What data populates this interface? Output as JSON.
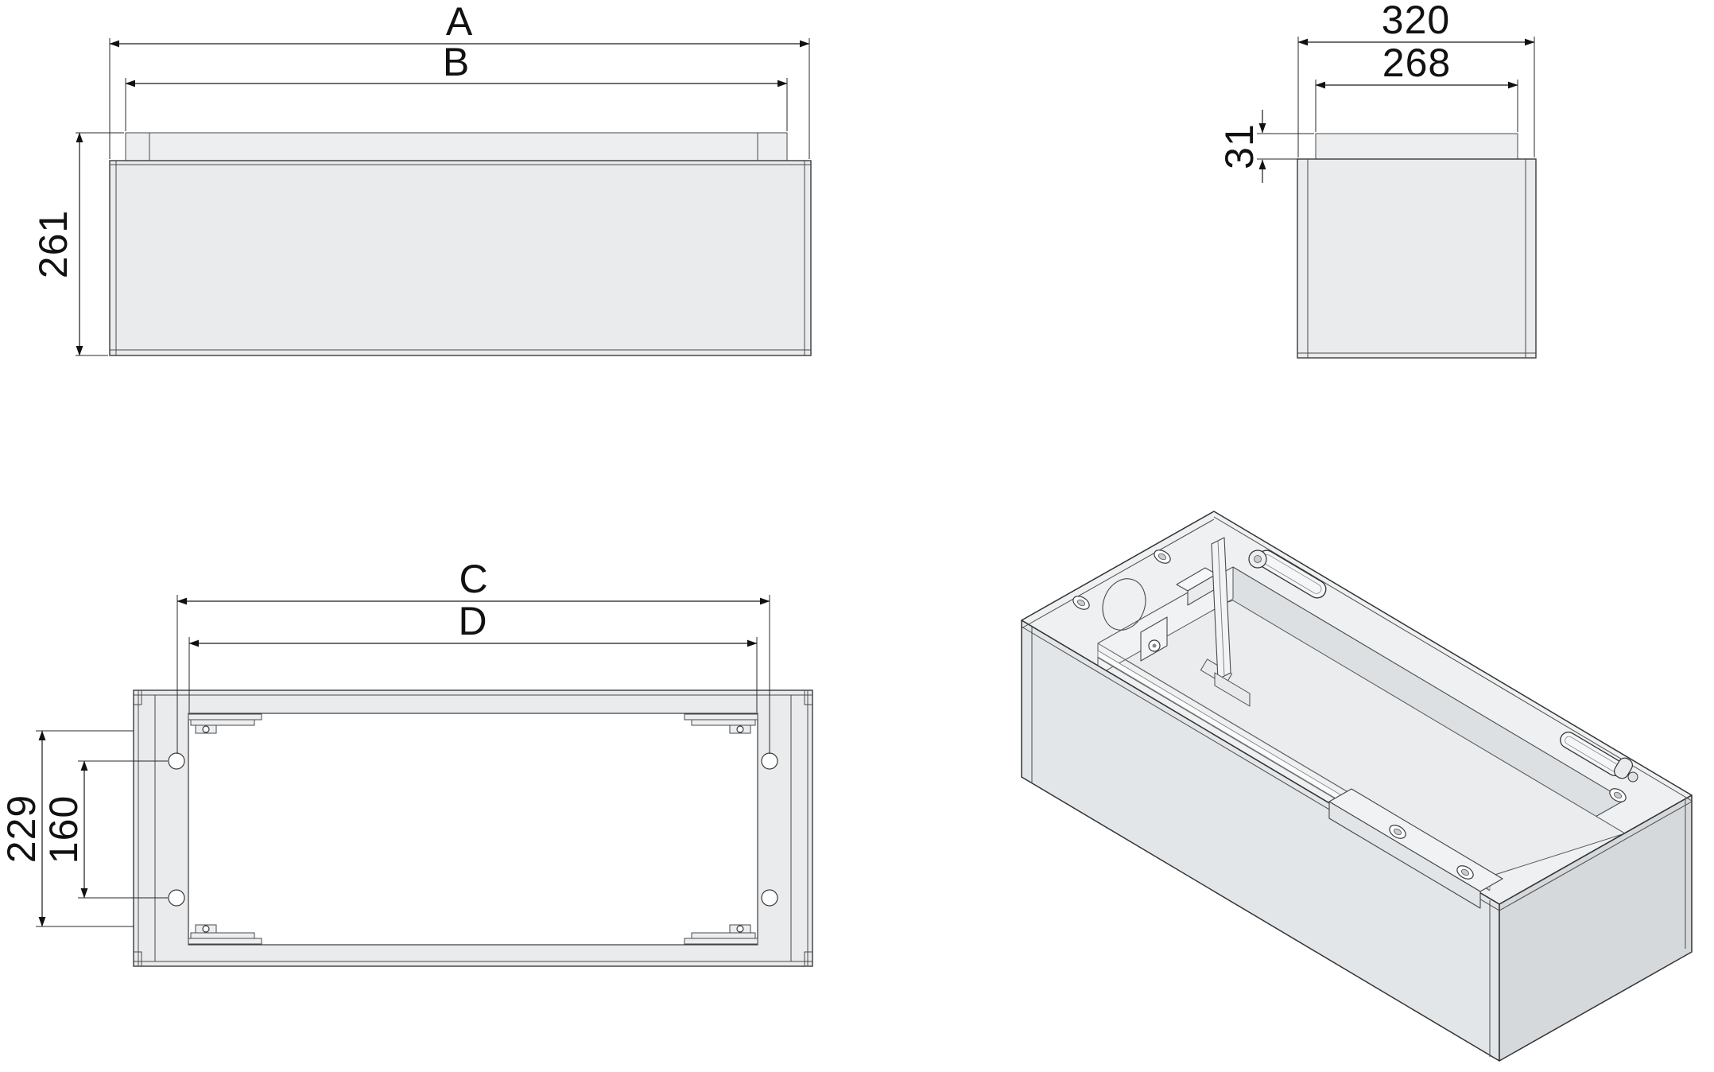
{
  "drawing": {
    "front_view": {
      "dim_width_overall": "A",
      "dim_width_inner": "B",
      "dim_height": "261"
    },
    "side_view": {
      "dim_depth_overall": "320",
      "dim_depth_inner": "268",
      "dim_lip_height": "31"
    },
    "plan_view": {
      "dim_width_outer": "C",
      "dim_width_inner": "D",
      "dim_bracket_span": "229",
      "dim_hole_spacing": "160"
    },
    "colors": {
      "background": "#ffffff",
      "line": "#1a1a1a",
      "panel_fill": "#e9ebed",
      "panel_fill_dark": "#d6d9dc",
      "panel_fill_light": "#eef0f1"
    }
  }
}
